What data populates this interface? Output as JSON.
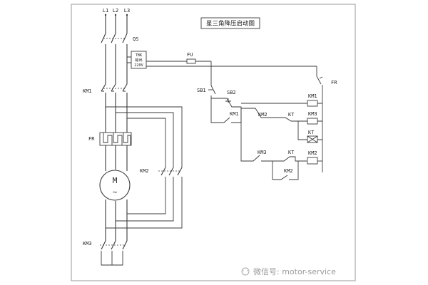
{
  "title": "星三角降压启动图",
  "phases": [
    "L1",
    "L2",
    "L3"
  ],
  "labels": {
    "qs": "QS",
    "fu": "FU",
    "km1_main": "KM1",
    "fr_main": "FR",
    "km2_main": "KM2",
    "km3_main": "KM3",
    "motor": "M",
    "motor_symbol": "~",
    "fr_ctrl": "FR",
    "sb1": "SB1",
    "sb2": "SB2",
    "km1_hold": "KM1",
    "km2_c1": "KM2",
    "kt_c1": "KT",
    "km1_coil": "KM1",
    "km3_coil": "KM3",
    "kt_coil": "KT",
    "km3_c4": "KM3",
    "kt_c4": "KT",
    "km2_coil": "KM2",
    "km2_hold": "KM2"
  },
  "transformer": {
    "line1": "TBK",
    "line2": "输出",
    "line3": "220V"
  },
  "watermark": "微信号: motor-service"
}
